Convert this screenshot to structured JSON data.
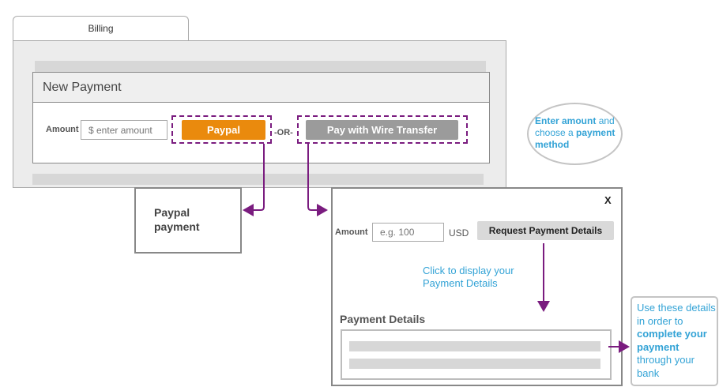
{
  "billing": {
    "tab_label": "Billing"
  },
  "new_payment": {
    "title": "New Payment",
    "amount_label": "Amount",
    "amount_placeholder": "$ enter amount",
    "paypal_label": "Paypal",
    "or_label": "-OR-",
    "wire_label": "Pay with Wire Transfer"
  },
  "paypal_box": {
    "text": "Paypal payment"
  },
  "wire_dialog": {
    "close_label": "X",
    "amount_label": "Amount",
    "amount_placeholder": "e.g. 100",
    "currency": "USD",
    "request_label": "Request Payment Details",
    "hint": "Click to display your Payment Details",
    "details_title": "Payment Details"
  },
  "callouts": {
    "bubble_part1": "Enter amount",
    "bubble_part2": "and choose a",
    "bubble_part3": "payment method",
    "note_part1": "Use these details in order to",
    "note_part2": "complete your payment",
    "note_part3": "through your bank"
  },
  "colors": {
    "paypal": "#ea8a0d",
    "wire": "#9b9b9b",
    "connector": "#7a1c7f",
    "annotation": "#33a3d6"
  }
}
